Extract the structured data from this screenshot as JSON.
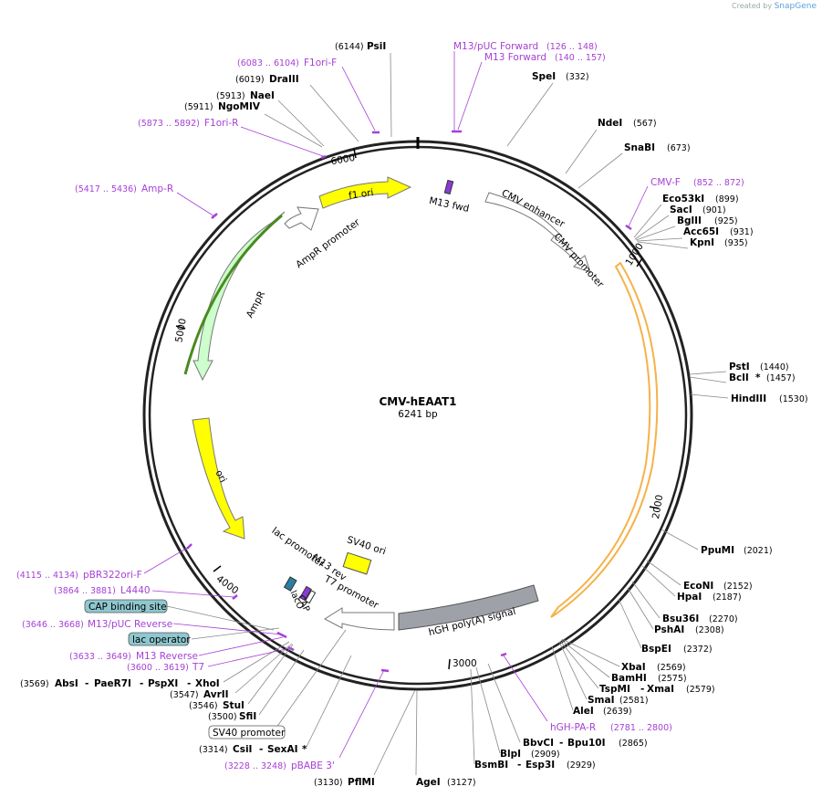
{
  "credit": {
    "prefix": "Created by",
    "brand": "SnapGene"
  },
  "plasmid": {
    "name": "CMV-hEAAT1",
    "length": "6241 bp"
  },
  "ticks": [
    "1000",
    "2000",
    "3000",
    "4000",
    "5000",
    "6000"
  ],
  "features": {
    "f1ori": "f1 ori",
    "m13fwd": "M13 fwd",
    "cmv_enhancer": "CMV enhancer",
    "cmv_promoter": "CMV promoter",
    "ampr_promoter": "AmpR promoter",
    "ampr": "AmpR",
    "ori": "ori",
    "sv40ori": "SV40 ori",
    "lac_promoter": "lac promoter",
    "m13rev": "M13 rev",
    "t7promoter": "T7 promoter",
    "hgh": "hGH poly(A) signal",
    "lacO": "lacO",
    "cap": "CAP"
  },
  "boxed": {
    "cap_site": "CAP binding site",
    "lac_operator": "lac operator",
    "sv40_promoter": "SV40 promoter"
  },
  "sites": {
    "psii": {
      "name": "PsiI",
      "pos": "(6144)"
    },
    "draiii": {
      "name": "DraIII",
      "pos": "(6019)"
    },
    "naei": {
      "name": "NaeI",
      "pos": "(5913)"
    },
    "ngomiv": {
      "name": "NgoMIV",
      "pos": "(5911)"
    },
    "spei": {
      "name": "SpeI",
      "pos": "(332)"
    },
    "ndei": {
      "name": "NdeI",
      "pos": "(567)"
    },
    "snabi": {
      "name": "SnaBI",
      "pos": "(673)"
    },
    "eco53ki": {
      "name": "Eco53kI",
      "pos": "(899)"
    },
    "saci": {
      "name": "SacI",
      "pos": "(901)"
    },
    "bglii": {
      "name": "BglII",
      "pos": "(925)"
    },
    "acc65i": {
      "name": "Acc65I",
      "pos": "(931)"
    },
    "kpni": {
      "name": "KpnI",
      "pos": "(935)"
    },
    "psti": {
      "name": "PstI",
      "pos": "(1440)"
    },
    "bcli": {
      "name": "BclI",
      "star": "*",
      "pos": "(1457)"
    },
    "hindiii": {
      "name": "HindIII",
      "pos": "(1530)"
    },
    "ppumi": {
      "name": "PpuMI",
      "pos": "(2021)"
    },
    "econi": {
      "name": "EcoNI",
      "pos": "(2152)"
    },
    "hpai": {
      "name": "HpaI",
      "pos": "(2187)"
    },
    "bsu36i": {
      "name": "Bsu36I",
      "pos": "(2270)"
    },
    "pshai": {
      "name": "PshAI",
      "pos": "(2308)"
    },
    "bspei": {
      "name": "BspEI",
      "pos": "(2372)"
    },
    "xbai": {
      "name": "XbaI",
      "pos": "(2569)"
    },
    "bamhi": {
      "name": "BamHI",
      "pos": "(2575)"
    },
    "tspmi": {
      "name": "TspMI",
      "sep": "-",
      "name2": "XmaI",
      "pos": "(2579)"
    },
    "smai": {
      "name": "SmaI",
      "pos": "(2581)"
    },
    "alei": {
      "name": "AleI",
      "pos": "(2639)"
    },
    "bbvci": {
      "name": "BbvCI",
      "sep": "-",
      "name2": "Bpu10I",
      "pos": "(2865)"
    },
    "blpi": {
      "name": "BlpI",
      "pos": "(2909)"
    },
    "bsmbi": {
      "name": "BsmBI",
      "sep": "-",
      "name2": "Esp3I",
      "pos": "(2929)"
    },
    "agei": {
      "name": "AgeI",
      "pos": "(3127)"
    },
    "pflmi": {
      "name": "PflMI",
      "pos": "(3130)"
    },
    "csii": {
      "name": "CsiI",
      "sep": "-",
      "name2": "SexAI",
      "star": "*",
      "pos": "(3314)"
    },
    "sfii": {
      "name": "SfiI",
      "pos": "(3500)"
    },
    "stui": {
      "name": "StuI",
      "pos": "(3546)"
    },
    "avrii": {
      "name": "AvrII",
      "pos": "(3547)"
    },
    "absi": {
      "name": "AbsI",
      "sep": "-",
      "name2": "PaeR7I",
      "sep2": "-",
      "name3": "PspXI",
      "sep3": "-",
      "name4": "XhoI",
      "pos": "(3569)"
    }
  },
  "primers": {
    "m13puc_fwd": {
      "name": "M13/pUC Forward",
      "range": "(126 .. 148)"
    },
    "m13_forward": {
      "name": "M13 Forward",
      "range": "(140 .. 157)"
    },
    "f1ori_f": {
      "name": "F1ori-F",
      "range": "(6083 .. 6104)"
    },
    "f1ori_r": {
      "name": "F1ori-R",
      "range": "(5873 .. 5892)"
    },
    "amp_r": {
      "name": "Amp-R",
      "range": "(5417 .. 5436)"
    },
    "cmv_f": {
      "name": "CMV-F",
      "range": "(852 .. 872)"
    },
    "hgh_pa_r": {
      "name": "hGH-PA-R",
      "range": "(2781 .. 2800)"
    },
    "pbabe3": {
      "name": "pBABE 3'",
      "range": "(3228 .. 3248)"
    },
    "pbr322ori_f": {
      "name": "pBR322ori-F",
      "range": "(4115 .. 4134)"
    },
    "l4440": {
      "name": "L4440",
      "range": "(3864 .. 3881)"
    },
    "m13puc_rev": {
      "name": "M13/pUC Reverse",
      "range": "(3646 .. 3668)"
    },
    "m13_reverse": {
      "name": "M13 Reverse",
      "range": "(3633 .. 3649)"
    },
    "t7": {
      "name": "T7",
      "range": "(3600 .. 3619)"
    }
  },
  "colors": {
    "primer": "#a640d6",
    "f1ori": "#ffff00",
    "ampr": "#ccffcc",
    "ori": "#ffff00",
    "hgh": "#9ea2a8",
    "insert_orange": "#f5b24a",
    "boxed_fill": "#8fc7cf",
    "m13": "#8a3bd6"
  }
}
